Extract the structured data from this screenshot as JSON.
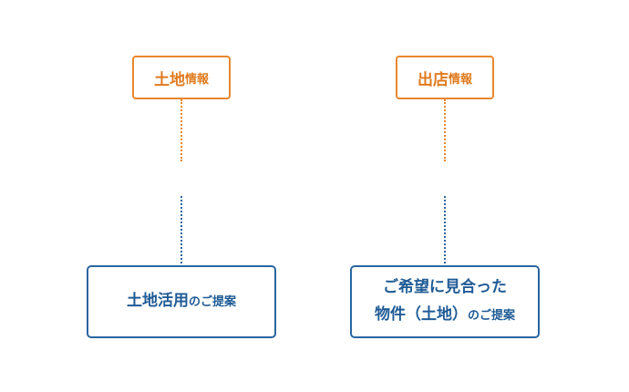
{
  "left_column": {
    "top_label": {
      "main": "土地",
      "sub": "情報"
    },
    "bottom_label": {
      "main": "土地活用",
      "sub": "のご提案"
    }
  },
  "right_column": {
    "top_label": {
      "main": "出店",
      "sub": "情報"
    },
    "bottom_label": {
      "line1": "ご希望に見合った",
      "line2_main": "物件（土地）",
      "line2_sub": "のご提案"
    }
  },
  "colors": {
    "orange": "#e8872e",
    "blue": "#2a65a0"
  }
}
